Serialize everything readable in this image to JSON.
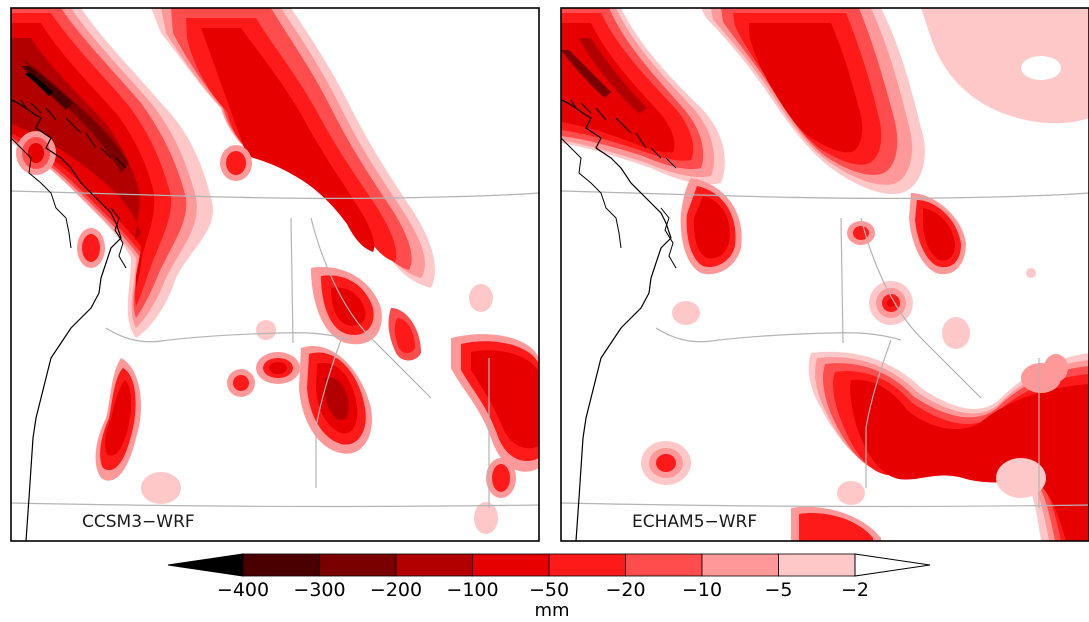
{
  "panels": [
    {
      "label": "CCSM3−WRF"
    },
    {
      "label": "ECHAM5−WRF"
    }
  ],
  "colorbar": {
    "ticks": [
      "−400",
      "−300",
      "−200",
      "−100",
      "−50",
      "−20",
      "−10",
      "−5",
      "−2"
    ],
    "unit": "mm",
    "colors": [
      "#000000",
      "#4a0000",
      "#7a0000",
      "#b20000",
      "#e60000",
      "#ff1a1a",
      "#ff4d4d",
      "#ff9999",
      "#ffc8c8",
      "#ffffff"
    ]
  },
  "colors": {
    "coast": "#000000",
    "borders": "#b4b4b4",
    "frame": "#000000"
  }
}
